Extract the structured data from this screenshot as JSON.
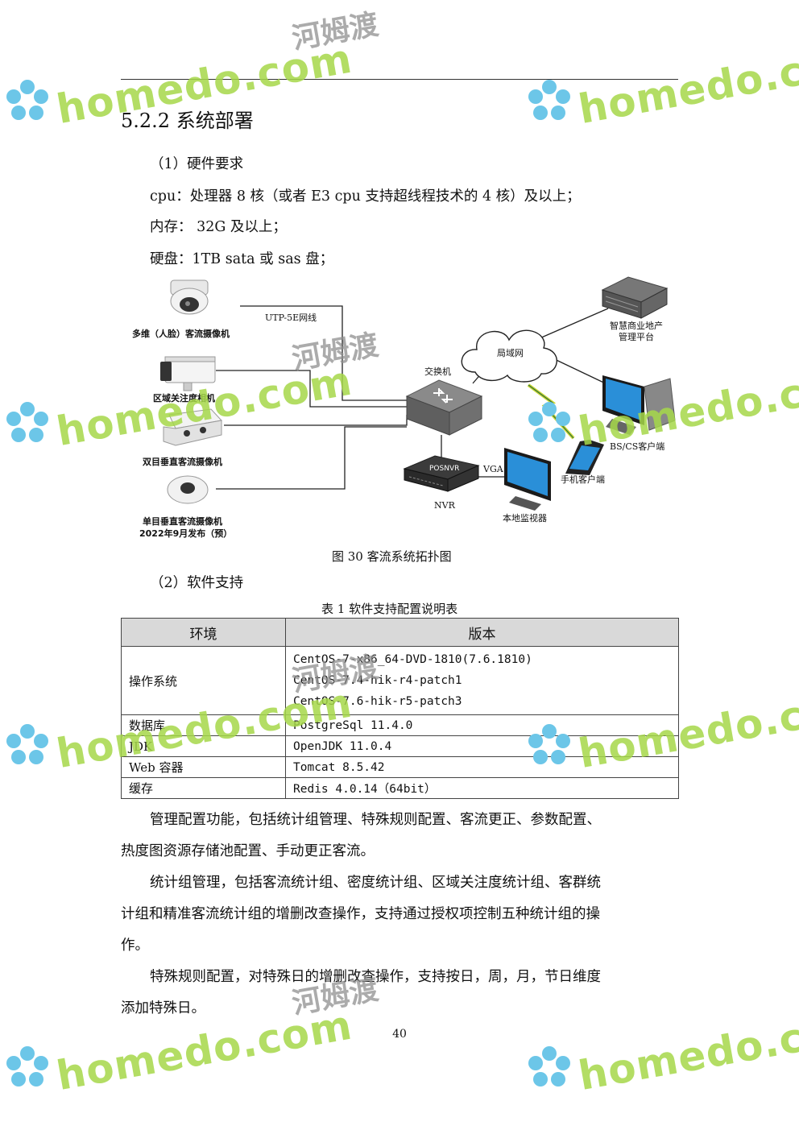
{
  "heading": "5.2.2 系统部署",
  "hardware": {
    "title": "（1）硬件要求",
    "cpu": "cpu：处理器 8 核（或者 E3 cpu 支持超线程技术的 4 核）及以上；",
    "memory": "内存：  32G 及以上；",
    "disk": "硬盘：1TB sata 或  sas 盘；"
  },
  "diagram": {
    "cable_label": "UTP-5E网线",
    "devices": {
      "dome_camera": "多维（人脸）客流摄像机",
      "bullet_camera": "区域关注度相机",
      "binocular_camera": "双目垂直客流摄像机",
      "mono_camera": "单目垂直客流摄像机",
      "mono_camera_note": "2022年9月发布（预）",
      "switch": "交换机",
      "lan": "局域网",
      "platform": "智慧商业地产",
      "platform_line2": "管理平台",
      "bs_client": "BS/CS客户端",
      "mobile_client": "手机客户端",
      "nvr_badge": "POSNVR",
      "nvr": "NVR",
      "vga": "VGA",
      "monitor": "本地监视器"
    },
    "caption": "图 30 客流系统拓扑图"
  },
  "software": {
    "title": "（2）软件支持",
    "table_caption": "表 1 软件支持配置说明表",
    "headers": [
      "环境",
      "版本"
    ],
    "rows": [
      {
        "env": "操作系统",
        "versions": [
          "CentOS-7-x86_64-DVD-1810(7.6.1810)",
          "CentOS-7.4-hik-r4-patch1",
          "CentOS-7.6-hik-r5-patch3"
        ]
      },
      {
        "env": "数据库",
        "versions": [
          "PostgreSql 11.4.0"
        ]
      },
      {
        "env": "JDK",
        "versions": [
          "OpenJDK 11.0.4"
        ]
      },
      {
        "env": "Web 容器",
        "versions": [
          "Tomcat 8.5.42"
        ]
      },
      {
        "env": "缓存",
        "versions": [
          "Redis 4.0.14（64bit）"
        ]
      }
    ]
  },
  "paragraphs": {
    "p1_l1": "管理配置功能，包括统计组管理、特殊规则配置、客流更正、参数配置、",
    "p1_l2": "热度图资源存储池配置、手动更正客流。",
    "p2_l1": "统计组管理，包括客流统计组、密度统计组、区域关注度统计组、客群统",
    "p2_l2": "计组和精准客流统计组的增删改查操作，支持通过授权项控制五种统计组的操",
    "p2_l3": "作。",
    "p3_l1": "特殊规则配置，对特殊日的增删改查操作，支持按日，周，月，节日维度",
    "p3_l2": "添加特殊日。"
  },
  "page_number": "40",
  "watermark": {
    "text": "homedo.com",
    "cn": "河姆渡",
    "color": "#a6d84a"
  }
}
